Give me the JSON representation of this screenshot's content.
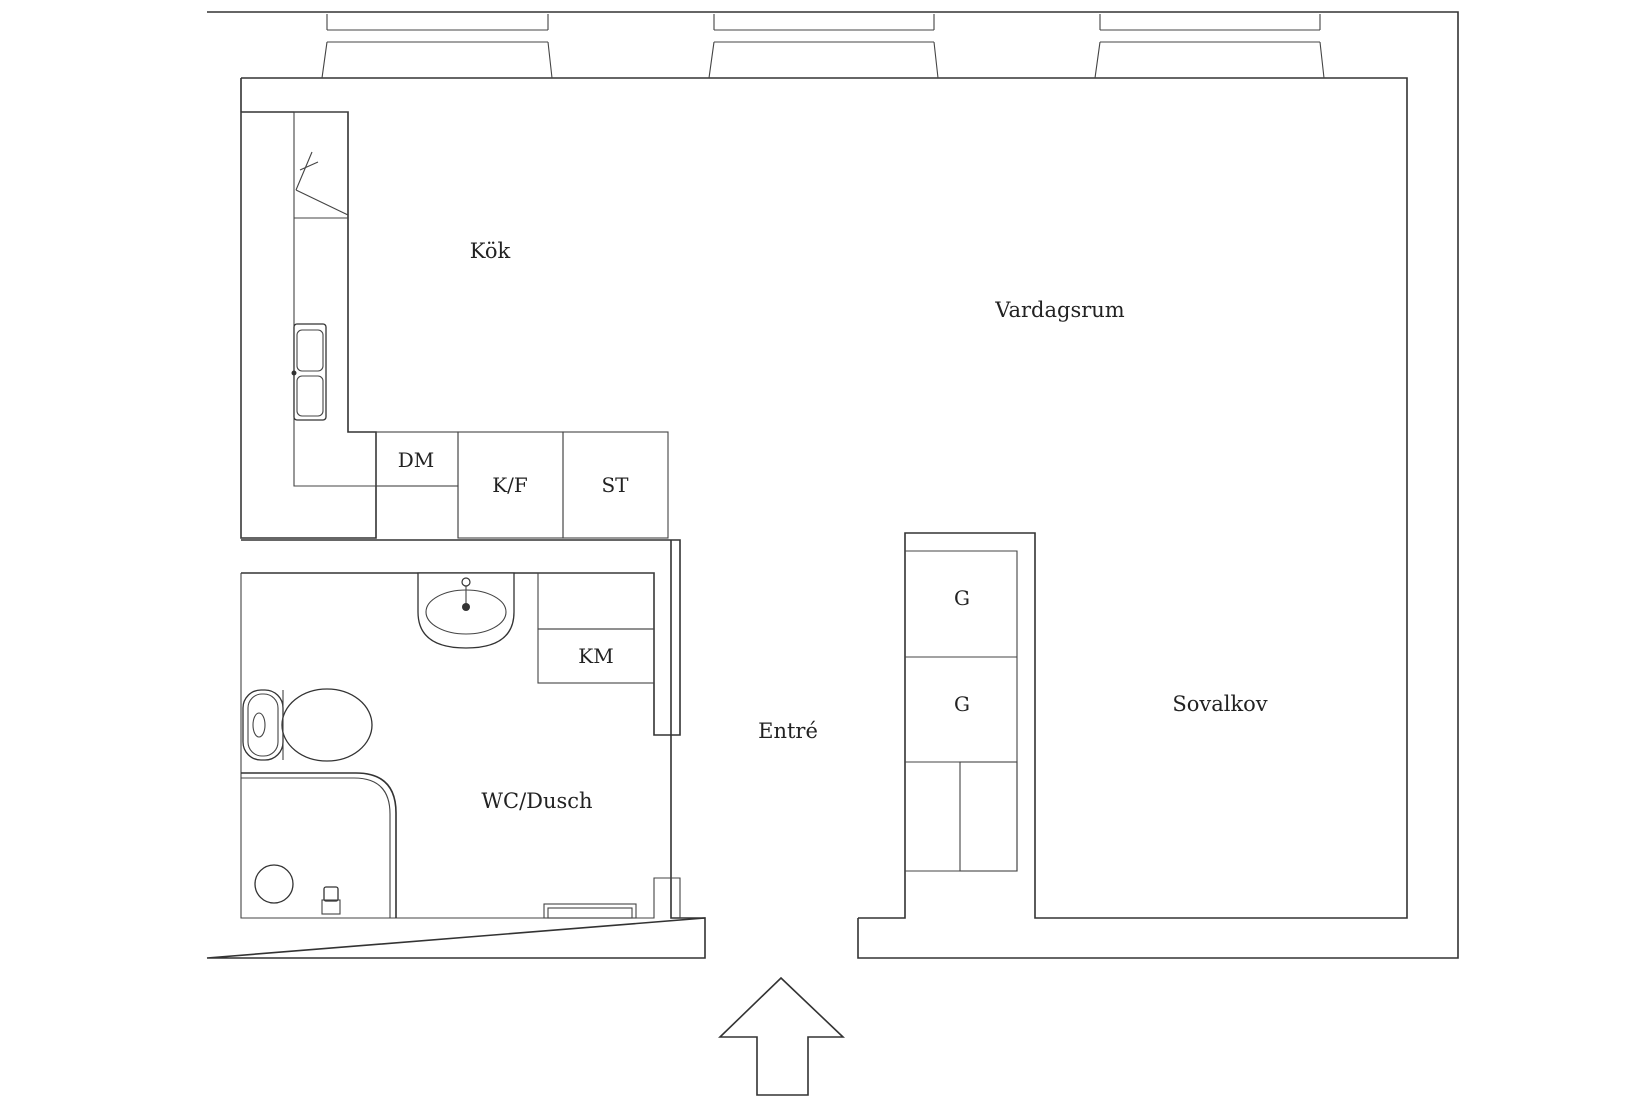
{
  "plan": {
    "rooms": {
      "kitchen": "Kök",
      "living_room": "Vardagsrum",
      "entrance": "Entré",
      "bathroom": "WC/Dusch",
      "sleeping_alcove": "Sovalkov"
    },
    "appliances": {
      "dishwasher": "DM",
      "fridge_freezer": "K/F",
      "stove": "ST",
      "washing_machine": "KM",
      "wardrobe_1": "G",
      "wardrobe_2": "G"
    },
    "entrance_marker": "arrow-up-icon",
    "colors": {
      "line": "#333333",
      "background": "#ffffff"
    }
  }
}
